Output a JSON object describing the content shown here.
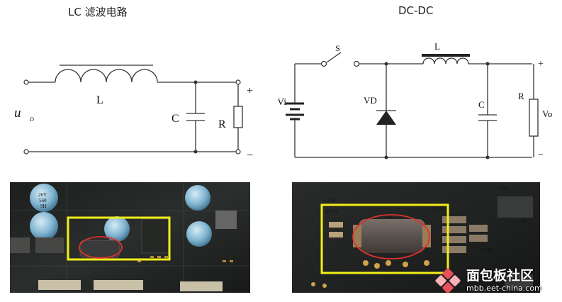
{
  "left": {
    "title": "LC 滤波电路",
    "labels": {
      "inductor": "L",
      "capacitor": "C",
      "resistor": "R",
      "input_u": "u",
      "input_sub": "D",
      "plus": "+",
      "minus": "−"
    }
  },
  "right": {
    "title": "DC-DC",
    "labels": {
      "switch": "S",
      "inductor": "L",
      "source": "Vi",
      "diode": "VD",
      "capacitor": "C",
      "resistor": "R",
      "output": "Vo",
      "plus": "+",
      "minus": "−"
    }
  },
  "photos": {
    "left_silk": [
      "26V",
      "560",
      "9H"
    ],
    "right_silk": [
      "L26",
      "C676",
      "C578",
      "C607",
      "C570",
      "FB6",
      "PL70"
    ]
  },
  "watermark": {
    "brand": "面包板社区",
    "url": "mbb.eet-china.com"
  },
  "colors": {
    "highlight_box": "#f2ee19",
    "highlight_circle": "#e0302a",
    "wire": "#333333"
  }
}
